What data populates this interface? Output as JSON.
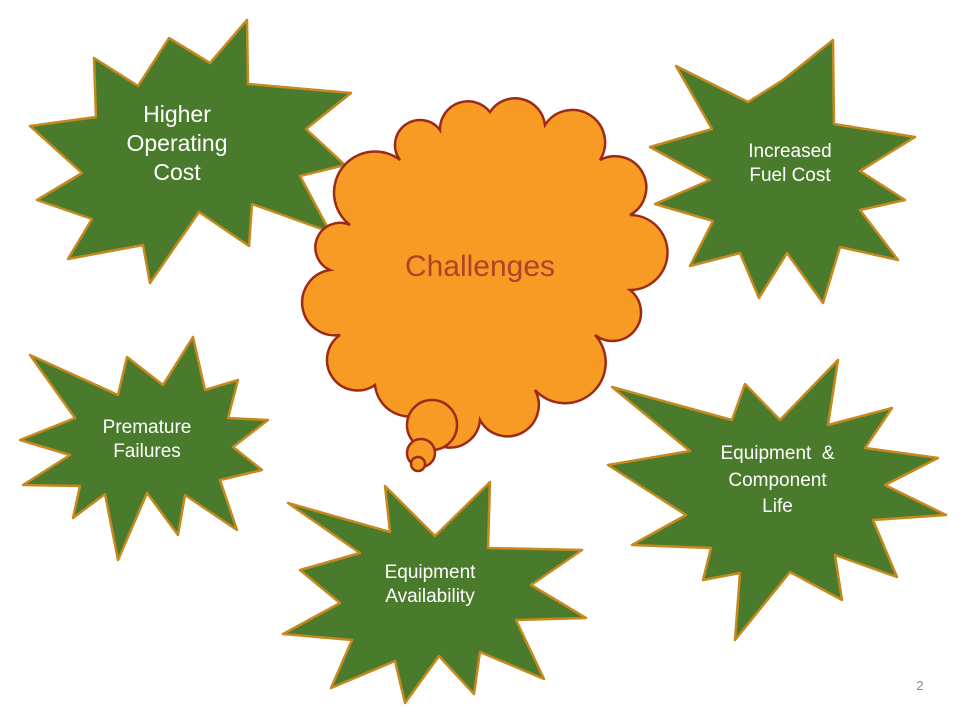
{
  "center": {
    "title": "Challenges"
  },
  "bursts": {
    "higher_operating_cost": {
      "lines": [
        "Higher",
        "Operating",
        "Cost"
      ]
    },
    "increased_fuel_cost": {
      "lines": [
        "Increased",
        "Fuel Cost"
      ]
    },
    "premature_failures": {
      "lines": [
        "Premature",
        "Failures"
      ]
    },
    "equipment_availability": {
      "lines": [
        "Equipment",
        "Availability"
      ]
    },
    "equipment_component_life": {
      "lines": [
        "Equipment  &",
        "Component",
        "Life"
      ]
    }
  },
  "page_number": "2",
  "colors": {
    "burst_fill": "#4a7b2c",
    "burst_stroke": "#c5891f",
    "cloud_fill": "#f79b25",
    "cloud_stroke": "#9b2a16",
    "title_text": "#b2402a"
  }
}
